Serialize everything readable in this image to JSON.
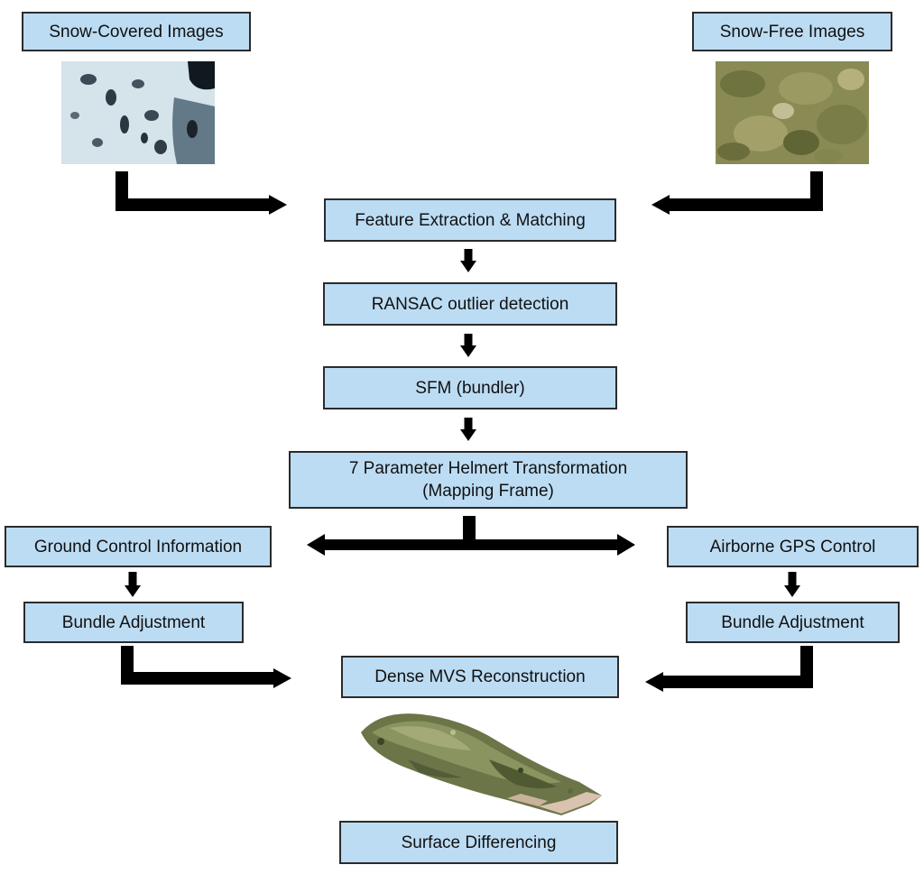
{
  "diagram": {
    "nodes": {
      "snow_covered": "Snow-Covered Images",
      "snow_free": "Snow-Free Images",
      "feature": "Feature Extraction & Matching",
      "ransac": "RANSAC outlier detection",
      "sfm": "SFM (bundler)",
      "helmert_line1": "7 Parameter Helmert Transformation",
      "helmert_line2": "(Mapping Frame)",
      "ground_control": "Ground Control Information",
      "airborne_gps": "Airborne GPS Control",
      "bundle_left": "Bundle Adjustment",
      "bundle_right": "Bundle Adjustment",
      "dense_mvs": "Dense MVS Reconstruction",
      "surface_diff": "Surface Differencing"
    },
    "images": {
      "snow_covered": "snow-covered-photo",
      "snow_free": "snow-free-photo",
      "point_cloud": "point-cloud-render"
    },
    "colors": {
      "box_fill": "#bcdcf3",
      "box_border": "#2b2b2b",
      "arrow": "#000000"
    }
  }
}
